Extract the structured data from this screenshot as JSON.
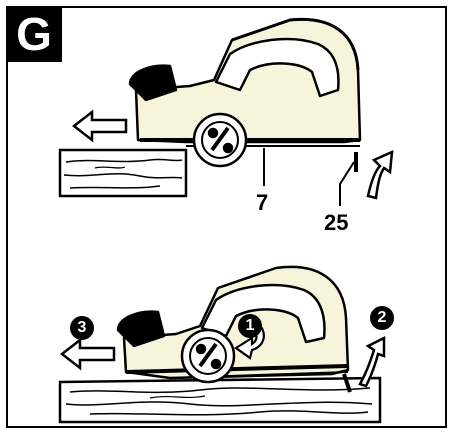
{
  "figure": {
    "badge_letter": "G",
    "callouts": {
      "sole_plate": "7",
      "parking_rest": "25"
    },
    "steps": [
      "1",
      "2",
      "3"
    ]
  },
  "colors": {
    "tool_body": "#f7f4dc",
    "outline": "#000000",
    "background": "#ffffff"
  }
}
